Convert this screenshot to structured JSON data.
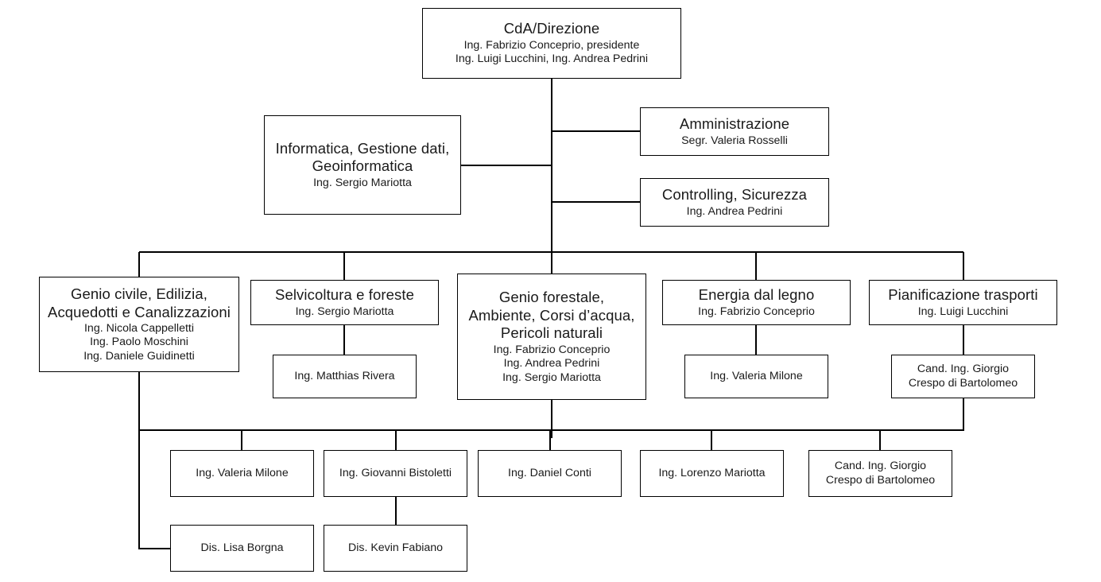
{
  "chart": {
    "kind": "organizational-chart",
    "language": "it",
    "line_color": "#000000",
    "box_border_color": "#000000",
    "box_fill_color": "#ffffff",
    "text_color": "#1a1a1a"
  },
  "nodes": {
    "direzione": {
      "title": "CdA/Direzione",
      "sub": "Ing. Fabrizio Conceprio, presidente\nIng. Luigi Lucchini, Ing. Andrea Pedrini"
    },
    "informatica": {
      "title": "Informatica, Gestione dati,\nGeoinformatica",
      "sub": "Ing. Sergio Mariotta"
    },
    "amministrazione": {
      "title": "Amministrazione",
      "sub": "Segr. Valeria Rosselli"
    },
    "controlling": {
      "title": "Controlling, Sicurezza",
      "sub": "Ing. Andrea Pedrini"
    },
    "genio_civile": {
      "title": "Genio civile, Edilizia,\nAcquedotti e Canalizzazioni",
      "sub": "Ing. Nicola Cappelletti\nIng. Paolo Moschini\nIng. Daniele Guidinetti"
    },
    "selvicoltura": {
      "title": "Selvicoltura e foreste",
      "sub": "Ing. Sergio Mariotta"
    },
    "genio_forestale": {
      "title": "Genio forestale,\nAmbiente, Corsi d’acqua,\nPericoli naturali",
      "sub": "Ing. Fabrizio Conceprio\nIng. Andrea Pedrini\nIng. Sergio Mariotta"
    },
    "energia": {
      "title": "Energia dal legno",
      "sub": "Ing. Fabrizio Conceprio"
    },
    "pianificazione": {
      "title": "Pianificazione trasporti",
      "sub": "Ing. Luigi Lucchini"
    },
    "rivera": {
      "label": "Ing. Matthias Rivera"
    },
    "milone_energia": {
      "label": "Ing. Valeria Milone"
    },
    "crespo_pianificazione": {
      "label": "Cand. Ing. Giorgio\nCrespo di Bartolomeo"
    },
    "milone_bottom": {
      "label": "Ing. Valeria Milone"
    },
    "bistoletti": {
      "label": "Ing. Giovanni Bistoletti"
    },
    "conti": {
      "label": "Ing. Daniel Conti"
    },
    "mariotta_lorenzo": {
      "label": "Ing. Lorenzo Mariotta"
    },
    "crespo_bottom": {
      "label": "Cand. Ing. Giorgio\nCrespo di Bartolomeo"
    },
    "borgna": {
      "label": "Dis. Lisa Borgna"
    },
    "fabiano": {
      "label": "Dis. Kevin Fabiano"
    }
  }
}
